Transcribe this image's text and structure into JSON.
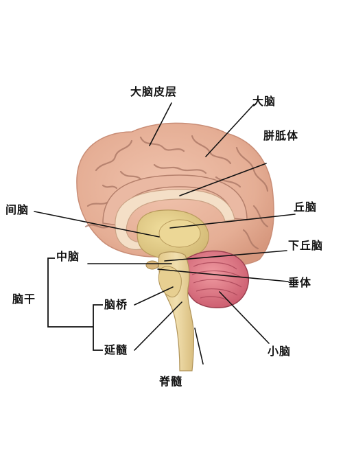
{
  "labels": {
    "cerebral_cortex": "大脑皮层",
    "cerebrum": "大脑",
    "corpus_callosum": "胼胝体",
    "thalamus": "丘脑",
    "diencephalon": "间脑",
    "hypothalamus": "下丘脑",
    "midbrain": "中脑",
    "pituitary": "垂体",
    "brainstem": "脑干",
    "pons": "脑桥",
    "cerebellum": "小脑",
    "medulla": "延髓",
    "spinal_cord": "脊髓"
  },
  "colors": {
    "cerebrum_fill": "#e7b29a",
    "sulcus": "#b07d69",
    "corpus_callosum": "#f3dcc4",
    "diencephalon": "#e2cd8a",
    "brainstem": "#ead7a0",
    "cerebellum": "#d9727f",
    "leader_line": "#111111"
  }
}
